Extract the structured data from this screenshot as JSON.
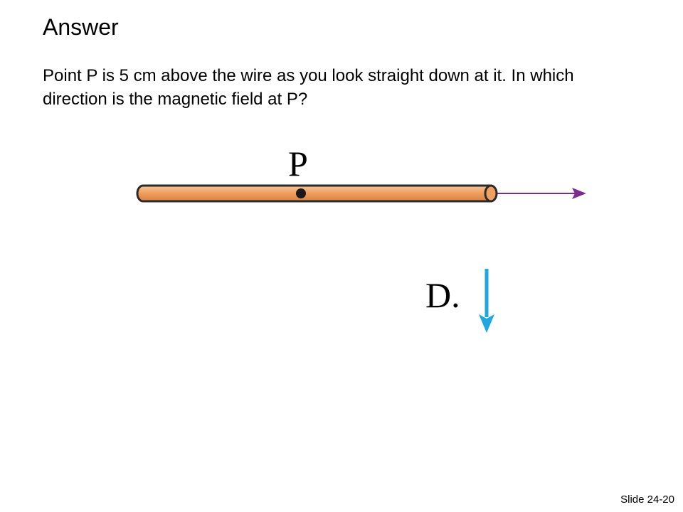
{
  "slide": {
    "title": "Answer",
    "question": "Point P is 5 cm above the wire as you look straight down at it. In which direction is the magnetic field at P?",
    "slide_number": "Slide 24-20"
  },
  "diagram": {
    "point_label": "P",
    "answer_label": "D.",
    "colors": {
      "wire_fill": "#f0a060",
      "wire_outline": "#2a2a2a",
      "current_arrow": "#7b2d8e",
      "field_arrow": "#1ea7e1",
      "point": "#1a1a1a"
    },
    "icons": {
      "current_direction": "arrow-right-icon",
      "field_direction": "arrow-down-icon"
    }
  }
}
